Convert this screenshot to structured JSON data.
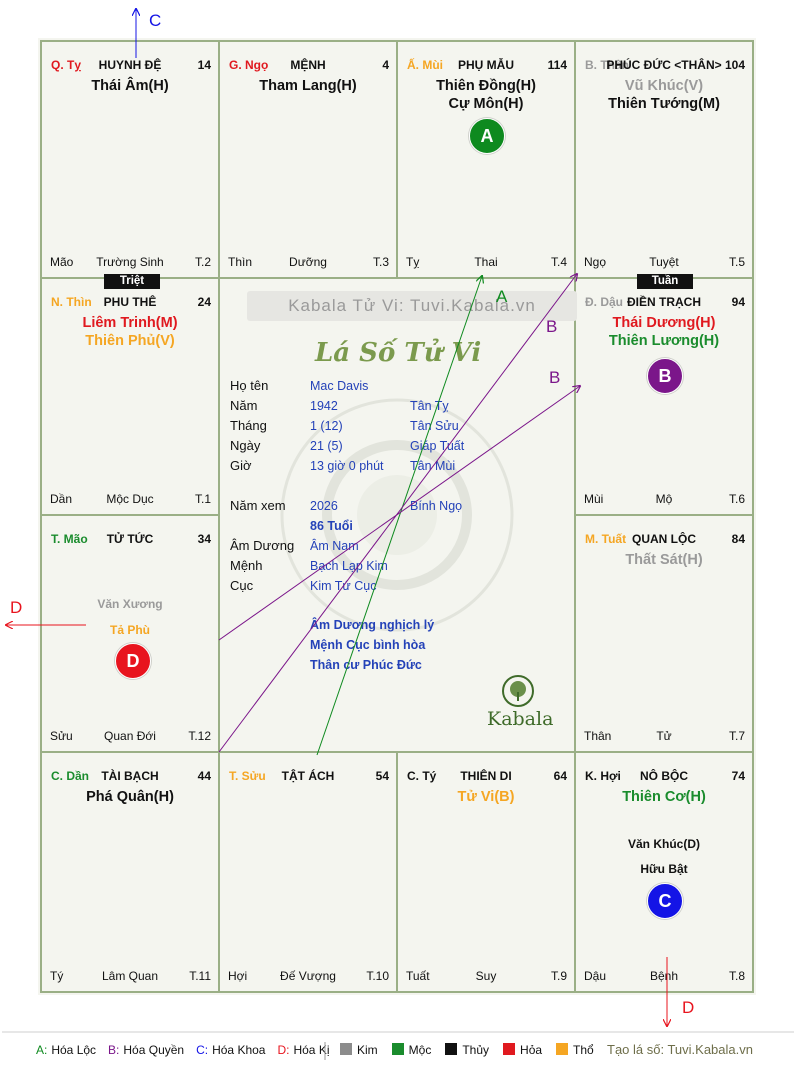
{
  "cells": [
    {
      "id": "ty",
      "branch": "Q. Tỵ",
      "branch_color": "#e0191f",
      "palace": "HUYNH ĐỆ",
      "number": "14",
      "stars": [
        {
          "text": "Thái Âm(H)",
          "color": "#111111"
        }
      ],
      "minor": [],
      "foot_left": "Mão",
      "foot_center": "Trường Sinh",
      "foot_right": "T.2"
    },
    {
      "id": "ngo",
      "branch": "G. Ngọ",
      "branch_color": "#e0191f",
      "palace": "MỆNH",
      "number": "4",
      "stars": [
        {
          "text": "Tham Lang(H)",
          "color": "#111111"
        }
      ],
      "minor": [],
      "foot_left": "Thìn",
      "foot_center": "Dưỡng",
      "foot_right": "T.3"
    },
    {
      "id": "mui",
      "branch": "Ấ. Mùi",
      "branch_color": "#f5a623",
      "palace": "PHỤ MẪU",
      "number": "114",
      "stars": [
        {
          "text": "Thiên Đồng(H)",
          "color": "#111111"
        },
        {
          "text": "Cự Môn(H)",
          "color": "#111111"
        }
      ],
      "minor": [],
      "foot_left": "Tỵ",
      "foot_center": "Thai",
      "foot_right": "T.4"
    },
    {
      "id": "than",
      "branch": "B. Thân",
      "branch_color": "#9a9a9a",
      "palace": "PHÚC ĐỨC <THÂN>",
      "number": "104",
      "stars": [
        {
          "text": "Vũ Khúc(V)",
          "color": "#9a9a9a"
        },
        {
          "text": "Thiên Tướng(M)",
          "color": "#111111"
        }
      ],
      "minor": [],
      "foot_left": "Ngọ",
      "foot_center": "Tuyệt",
      "foot_right": "T.5"
    },
    {
      "id": "thin",
      "branch": "N. Thìn",
      "branch_color": "#f5a623",
      "palace": "PHU THÊ",
      "number": "24",
      "stars": [
        {
          "text": "Liêm Trinh(M)",
          "color": "#e0191f"
        },
        {
          "text": "Thiên Phủ(V)",
          "color": "#f5a623"
        }
      ],
      "minor": [],
      "foot_left": "Dần",
      "foot_center": "Mộc Dục",
      "foot_right": "T.1"
    },
    {
      "id": "dau",
      "branch": "Đ. Dậu",
      "branch_color": "#9a9a9a",
      "palace": "ĐIỀN TRẠCH",
      "number": "94",
      "stars": [
        {
          "text": "Thái Dương(H)",
          "color": "#e0191f"
        },
        {
          "text": "Thiên Lương(H)",
          "color": "#1a8c2d"
        }
      ],
      "minor": [],
      "foot_left": "Mùi",
      "foot_center": "Mộ",
      "foot_right": "T.6"
    },
    {
      "id": "mao",
      "branch": "T. Mão",
      "branch_color": "#1a8c2d",
      "palace": "TỬ TỨC",
      "number": "34",
      "stars": [],
      "minor": [
        {
          "text": "Văn Xương",
          "color": "#9a9a9a"
        },
        {
          "text": "Tả Phù",
          "color": "#f5a623"
        }
      ],
      "foot_left": "Sửu",
      "foot_center": "Quan Đới",
      "foot_right": "T.12"
    },
    {
      "id": "tuat",
      "branch": "M. Tuất",
      "branch_color": "#f5a623",
      "palace": "QUAN LỘC",
      "number": "84",
      "stars": [
        {
          "text": "Thất Sát(H)",
          "color": "#9a9a9a"
        }
      ],
      "minor": [],
      "foot_left": "Thân",
      "foot_center": "Tử",
      "foot_right": "T.7"
    },
    {
      "id": "dan",
      "branch": "C. Dần",
      "branch_color": "#1a8c2d",
      "palace": "TÀI BẠCH",
      "number": "44",
      "stars": [
        {
          "text": "Phá Quân(H)",
          "color": "#111111"
        }
      ],
      "minor": [],
      "foot_left": "Tý",
      "foot_center": "Lâm Quan",
      "foot_right": "T.11"
    },
    {
      "id": "suu",
      "branch": "T. Sửu",
      "branch_color": "#f5a623",
      "palace": "TẬT ÁCH",
      "number": "54",
      "stars": [],
      "minor": [],
      "foot_left": "Hợi",
      "foot_center": "Đế Vượng",
      "foot_right": "T.10"
    },
    {
      "id": "tys",
      "branch": "C. Tý",
      "branch_color": "#111111",
      "palace": "THIÊN DI",
      "number": "64",
      "stars": [
        {
          "text": "Tử Vi(B)",
          "color": "#f5a623"
        }
      ],
      "minor": [],
      "foot_left": "Tuất",
      "foot_center": "Suy",
      "foot_right": "T.9"
    },
    {
      "id": "hoi",
      "branch": "K. Hợi",
      "branch_color": "#111111",
      "palace": "NÔ BỘC",
      "number": "74",
      "stars": [
        {
          "text": "Thiên Cơ(H)",
          "color": "#1a8c2d"
        }
      ],
      "minor": [
        {
          "text": "Văn Khúc(D)",
          "color": "#111111"
        },
        {
          "text": "Hữu Bật",
          "color": "#111111"
        }
      ],
      "foot_left": "Dậu",
      "foot_center": "Bệnh",
      "foot_right": "T.8"
    }
  ],
  "badges": {
    "triet": "Triệt",
    "tuan": "Tuần"
  },
  "markers": [
    {
      "letter": "A",
      "color": "#0e8a1f"
    },
    {
      "letter": "B",
      "color": "#7b168a"
    },
    {
      "letter": "C",
      "color": "#1414e6"
    },
    {
      "letter": "D",
      "color": "#e8141e"
    }
  ],
  "annotations": {
    "a": "A",
    "b1": "B",
    "b2": "B",
    "c": "C",
    "d_left": "D",
    "d_bottom": "D"
  },
  "center": {
    "watermark": "Kabala Tử Vi: Tuvi.Kabala.vn",
    "title": "Lá Số Tử Vi",
    "info": [
      {
        "label": "Họ tên",
        "v1": "Mac Davis",
        "v2": ""
      },
      {
        "label": "Năm",
        "v1": "1942",
        "v2": "Tân Tỵ"
      },
      {
        "label": "Tháng",
        "v1": "1  (12)",
        "v2": "Tân Sửu"
      },
      {
        "label": "Ngày",
        "v1": "21  (5)",
        "v2": "Giáp Tuất"
      },
      {
        "label": "Giờ",
        "v1": "13 giờ 0 phút",
        "v2": "Tân Mùi"
      },
      {
        "label": "Năm xem",
        "v1": "2026",
        "v2": "Bính Ngọ"
      },
      {
        "label": "",
        "v1": "86 Tuổi",
        "v2": ""
      },
      {
        "label": "Âm Dương",
        "v1": "Âm Nam",
        "v2": ""
      },
      {
        "label": "Mệnh",
        "v1": "Bạch Lạp Kim",
        "v2": ""
      },
      {
        "label": "Cục",
        "v1": "Kim Tứ Cục",
        "v2": ""
      }
    ],
    "notes": [
      "Âm Dương nghịch lý",
      "Mệnh Cục bình hòa",
      "Thân cư Phúc Đức"
    ],
    "logo_text": "Kabala"
  },
  "legend": {
    "hoa": [
      {
        "key": "A:",
        "label": "Hóa Lộc",
        "color": "#0e8a1f"
      },
      {
        "key": "B:",
        "label": "Hóa Quyền",
        "color": "#7b168a"
      },
      {
        "key": "C:",
        "label": "Hóa Khoa",
        "color": "#1414e6"
      },
      {
        "key": "D:",
        "label": "Hóa Kị",
        "color": "#e8141e"
      }
    ],
    "elements": [
      {
        "label": "Kim",
        "color": "#8c8c8c"
      },
      {
        "label": "Mộc",
        "color": "#1a8c2d"
      },
      {
        "label": "Thủy",
        "color": "#111111"
      },
      {
        "label": "Hỏa",
        "color": "#e0191f"
      },
      {
        "label": "Thổ",
        "color": "#f5a623"
      }
    ],
    "credit": "Tạo lá số: Tuvi.Kabala.vn",
    "credit_color": "#6e6e4a"
  }
}
